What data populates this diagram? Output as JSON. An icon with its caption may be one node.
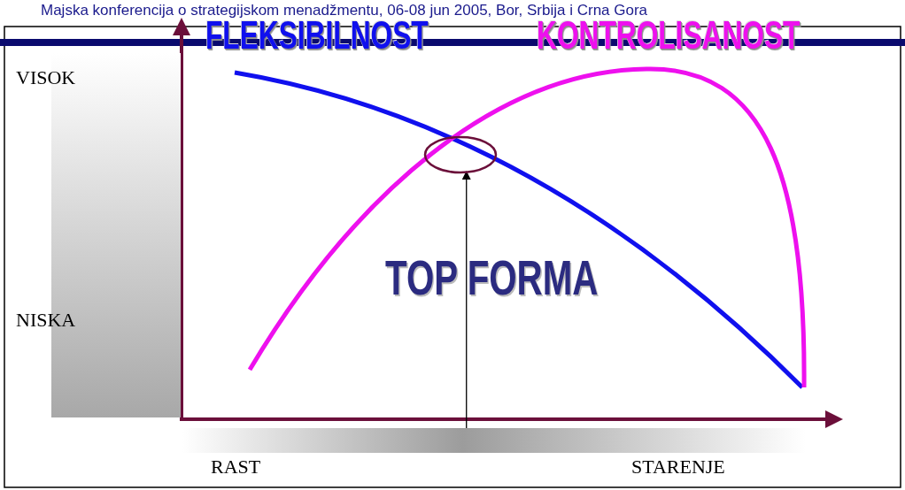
{
  "diagram": {
    "title": "Majska konferencija o strategijskom menadžmentu, 06-08 jun 2005, Bor, Srbija i Crna Gora",
    "nodes": [
      {
        "text": [],
        "shape": "circle"
      },
      {
        "text": [],
        "shape": "bar"
      },
      {
        "text": [],
        "shape": "bar"
      }
    ],
    "edges": [
      {
        "from": 2,
        "to": 0,
        "arrow": "to"
      }
    ],
    "labels": [
      "FLEKSIBILNOST",
      "KONTROLISANOST",
      "VISOK",
      "NISKA",
      "TOP FORMA",
      "RAST",
      "STARENJE"
    ]
  }
}
